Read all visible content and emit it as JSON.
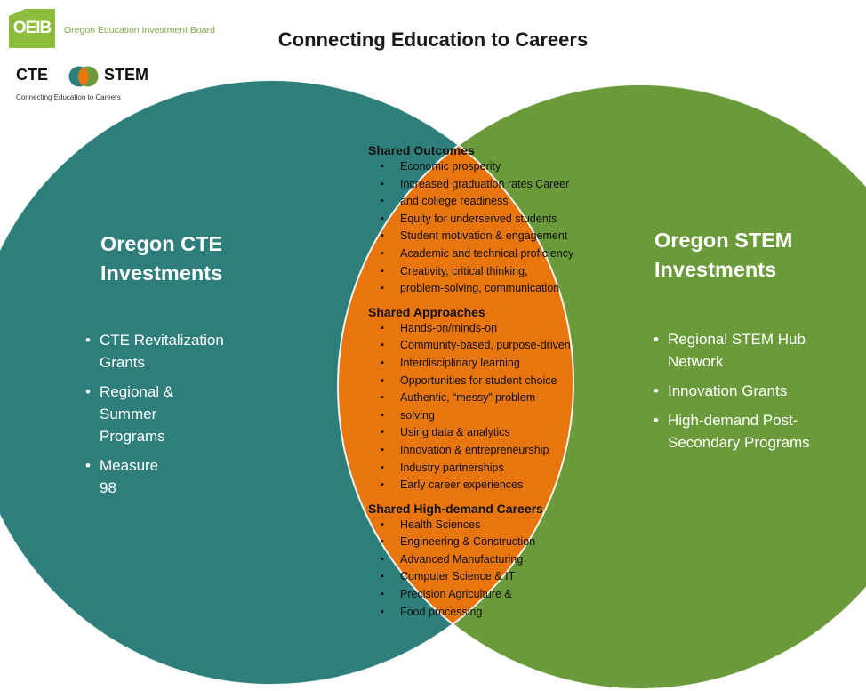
{
  "title": "Connecting Education to Careers",
  "logos": {
    "oeib_mark": "OEIB",
    "oeib_name": "Oregon Education Investment Board",
    "cte_left": "CTE",
    "cte_right": "STEM",
    "cte_tagline": "Connecting Education to Careers"
  },
  "colors": {
    "cte_circle": "#2e7f7c",
    "stem_circle": "#6b9a3a",
    "overlap": "#e8750e",
    "oeib_green": "#8dbd3c"
  },
  "left": {
    "heading_line1": "Oregon CTE",
    "heading_line2": "Investments",
    "items": [
      [
        "CTE Revitalization",
        "Grants"
      ],
      [
        "Regional &",
        "Summer",
        "Programs"
      ],
      [
        "Measure",
        "98"
      ]
    ]
  },
  "right": {
    "heading_line1": "Oregon STEM",
    "heading_line2": "Investments",
    "items": [
      [
        "Regional STEM Hub",
        "Network"
      ],
      [
        "Innovation Grants"
      ],
      [
        "High-demand Post-",
        "Secondary Programs"
      ]
    ]
  },
  "center": {
    "sections": [
      {
        "title": "Shared Outcomes",
        "items": [
          "Economic prosperity",
          "Increased graduation rates Career",
          "and college readiness",
          "Equity for underserved students",
          "Student motivation & engagement",
          "Academic and technical proficiency",
          "Creativity, critical thinking,",
          "problem-solving, communication"
        ]
      },
      {
        "title": "Shared Approaches",
        "items": [
          "Hands-on/minds-on",
          "Community-based, purpose-driven",
          "Interdisciplinary learning",
          "Opportunities for student choice",
          "Authentic, “messy” problem-",
          "solving",
          "Using data & analytics",
          "Innovation & entrepreneurship",
          "Industry partnerships",
          "Early career experiences"
        ]
      },
      {
        "title": "Shared High-demand Careers",
        "items": [
          "Health Sciences",
          "Engineering & Construction",
          "Advanced Manufacturing",
          "Computer Science & IT",
          "Precision Agriculture &",
          "Food processing"
        ]
      }
    ]
  }
}
